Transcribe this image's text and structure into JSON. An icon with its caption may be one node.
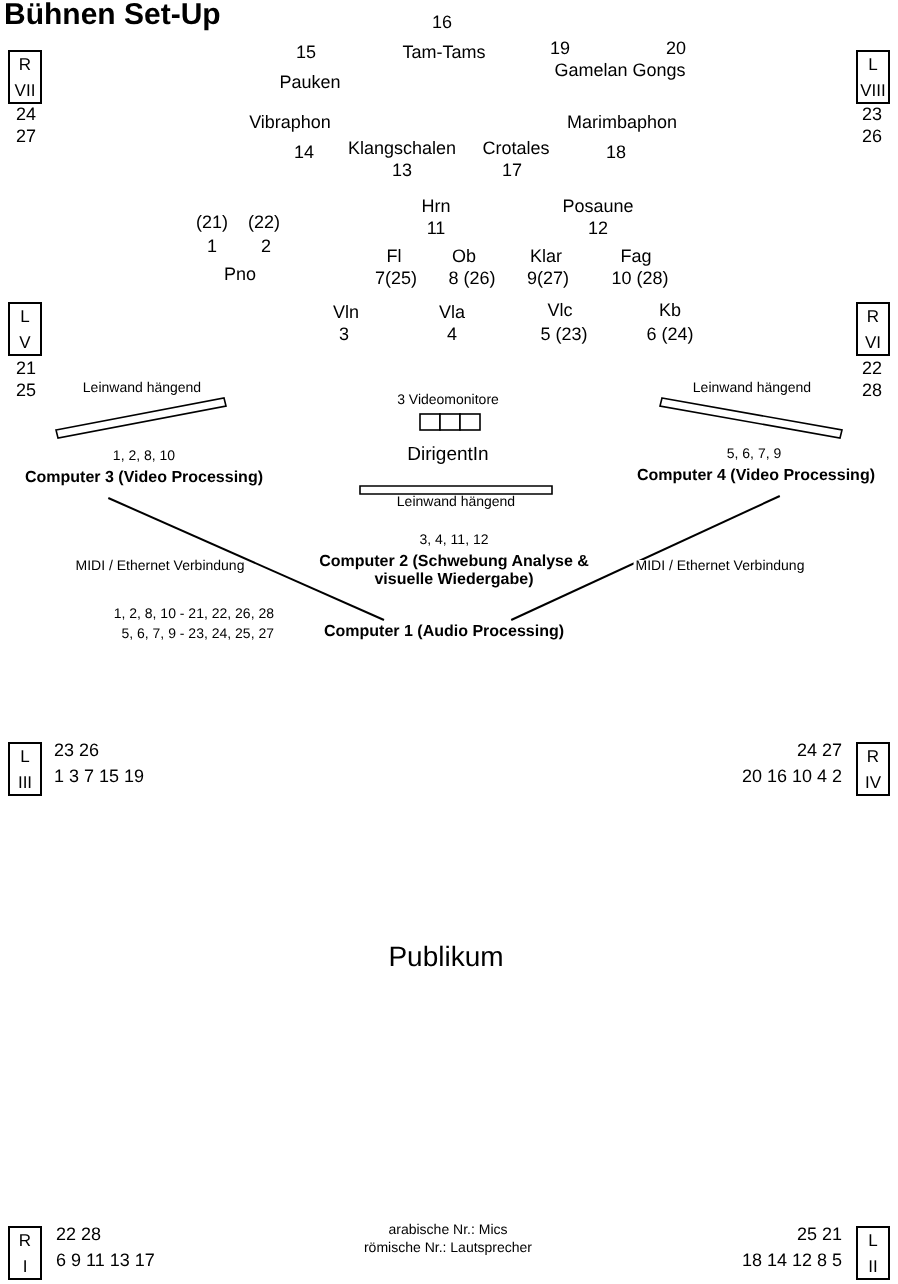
{
  "diagram": {
    "title": "Bühnen Set-Up",
    "nodes": [
      {
        "text": [
          "R",
          "VII"
        ],
        "beside": [
          "24",
          "27"
        ]
      },
      {
        "text": [
          "L",
          "VIII"
        ],
        "beside": [
          "23",
          "26"
        ]
      },
      {
        "text": [
          "L",
          "V"
        ],
        "beside": [
          "21",
          "25"
        ]
      },
      {
        "text": [
          "R",
          "VI"
        ],
        "beside": [
          "22",
          "28"
        ]
      },
      {
        "text": [
          "L",
          "III"
        ],
        "beside": [
          "23 26",
          "1 3 7 15 19"
        ]
      },
      {
        "text": [
          "R",
          "IV"
        ],
        "beside": [
          "24 27",
          "20 16 10 4 2"
        ]
      },
      {
        "text": [
          "R",
          "I"
        ],
        "beside": [
          "22 28",
          "6 9 11 13 17"
        ]
      },
      {
        "text": [
          "L",
          "II"
        ],
        "beside": [
          "25 21",
          "18 14 12 8 5"
        ]
      },
      {
        "text": [
          "Computer 3 (Video Processing)"
        ],
        "beside": [
          "1, 2, 8, 10"
        ]
      },
      {
        "text": [
          "Computer 4 (Video Processing)"
        ],
        "beside": [
          "5, 6, 7, 9"
        ]
      },
      {
        "text": [
          "Computer 1 (Audio Processing)"
        ],
        "beside": [
          "1, 2, 8, 10 - 21, 22, 26, 28",
          "5, 6, 7, 9 - 23, 24, 25, 27"
        ]
      },
      {
        "text": [
          "Leinwand hängend"
        ]
      },
      {
        "text": [
          "Leinwand hängend"
        ]
      },
      {
        "text": [
          "Leinwand hängend"
        ]
      }
    ],
    "edges": [
      {
        "from": 8,
        "to": 10,
        "arrow": "none",
        "label": "MIDI / Ethernet Verbindung"
      },
      {
        "from": 9,
        "to": 10,
        "arrow": "none",
        "label": "MIDI / Ethernet Verbindung"
      }
    ],
    "labels": [
      "16",
      "15",
      "Tam-Tams",
      "19",
      "20",
      "Pauken",
      "Gamelan Gongs",
      "Vibraphon",
      "Marimbaphon",
      "14",
      "Klangschalen",
      "Crotales",
      "18",
      "13",
      "17",
      "Hrn",
      "Posaune",
      "(21)",
      "(22)",
      "11",
      "12",
      "1",
      "2",
      "Fl",
      "Ob",
      "Klar",
      "Fag",
      "Pno",
      "7(25)",
      "8 (26)",
      "9(27)",
      "10 (28)",
      "Vln",
      "Vla",
      "Vlc",
      "Kb",
      "3",
      "4",
      "5 (23)",
      "6 (24)",
      "3 Videomonitore",
      "DirigentIn",
      "3, 4, 11, 12",
      "Computer 2 (Schwebung Analyse & visuelle Wiedergabe)",
      "Publikum",
      "arabische Nr.: Mics",
      "römische Nr.: Lautsprecher"
    ]
  }
}
